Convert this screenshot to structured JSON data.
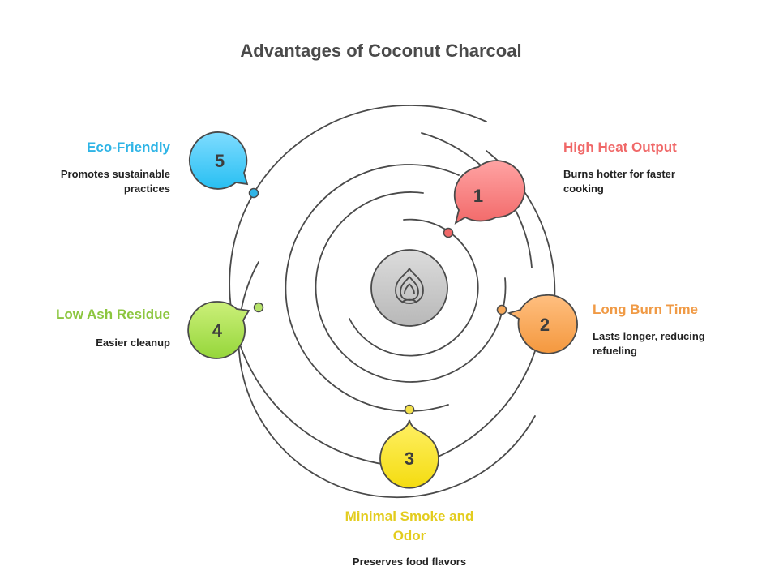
{
  "title": "Advantages of Coconut Charcoal",
  "center_icon": "flame-icon",
  "items": [
    {
      "number": "1",
      "label": "High Heat Output",
      "description_lines": [
        "Burns hotter for faster",
        "cooking"
      ],
      "color": "#f06868"
    },
    {
      "number": "2",
      "label": "Long Burn Time",
      "description_lines": [
        "Lasts longer, reducing",
        "refueling"
      ],
      "color": "#f09a45"
    },
    {
      "number": "3",
      "label_lines": [
        "Minimal Smoke and",
        "Odor"
      ],
      "description_lines": [
        "Preserves food flavors"
      ],
      "color": "#e8d21a"
    },
    {
      "number": "4",
      "label": "Low Ash Residue",
      "description_lines": [
        "Easier cleanup"
      ],
      "color": "#8cc63f"
    },
    {
      "number": "5",
      "label": "Eco-Friendly",
      "description_lines": [
        "Promotes sustainable",
        "practices"
      ],
      "color": "#2eb4e6"
    }
  ]
}
